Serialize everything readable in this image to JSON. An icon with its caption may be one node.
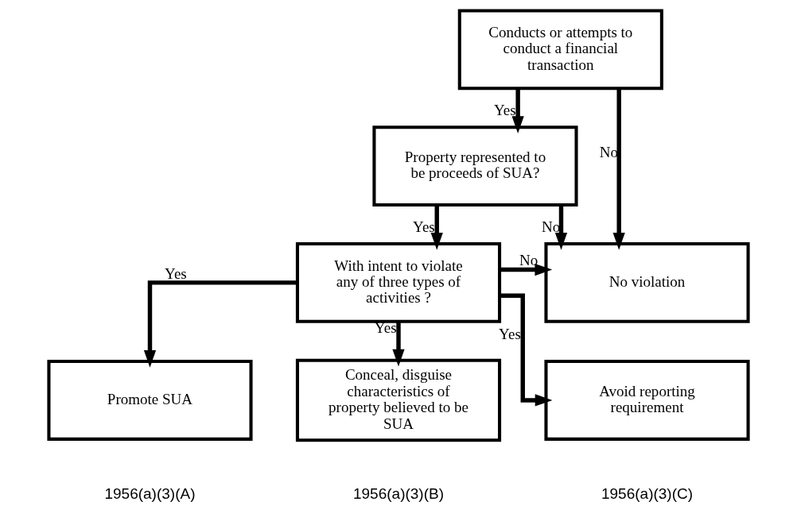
{
  "diagram": {
    "nodes": [
      {
        "text": [
          "Conducts or attempts to conduct a financial transaction"
        ]
      },
      {
        "text": [
          "Property represented to be proceeds of SUA?"
        ]
      },
      {
        "text": [
          "No violation"
        ]
      },
      {
        "text": [
          "With intent to violate any of three types of activities ?"
        ]
      },
      {
        "text": [
          "Promote SUA"
        ],
        "beside": [
          "1956(a)(3)(A)"
        ]
      },
      {
        "text": [
          "Conceal, disguise characteristics of property believed to be SUA"
        ],
        "beside": [
          "1956(a)(3)(B)"
        ]
      },
      {
        "text": [
          "Avoid reporting requirement"
        ],
        "beside": [
          "1956(a)(3)(C)"
        ]
      }
    ],
    "edges": [
      {
        "from": 0,
        "to": 2,
        "label": "No",
        "arrow": "to"
      },
      {
        "from": 0,
        "to": 1,
        "label": "Yes",
        "arrow": "to"
      },
      {
        "from": 1,
        "to": 2,
        "label": "No",
        "arrow": "to"
      },
      {
        "from": 1,
        "to": 3,
        "label": "Yes",
        "arrow": "to"
      },
      {
        "from": 3,
        "to": 2,
        "label": "No",
        "arrow": "to"
      },
      {
        "from": 3,
        "to": 4,
        "label": "Yes",
        "arrow": "to"
      },
      {
        "from": 3,
        "to": 5,
        "label": "Yes",
        "arrow": "to"
      },
      {
        "from": 3,
        "to": 6,
        "label": "Yes",
        "arrow": "to"
      }
    ]
  }
}
